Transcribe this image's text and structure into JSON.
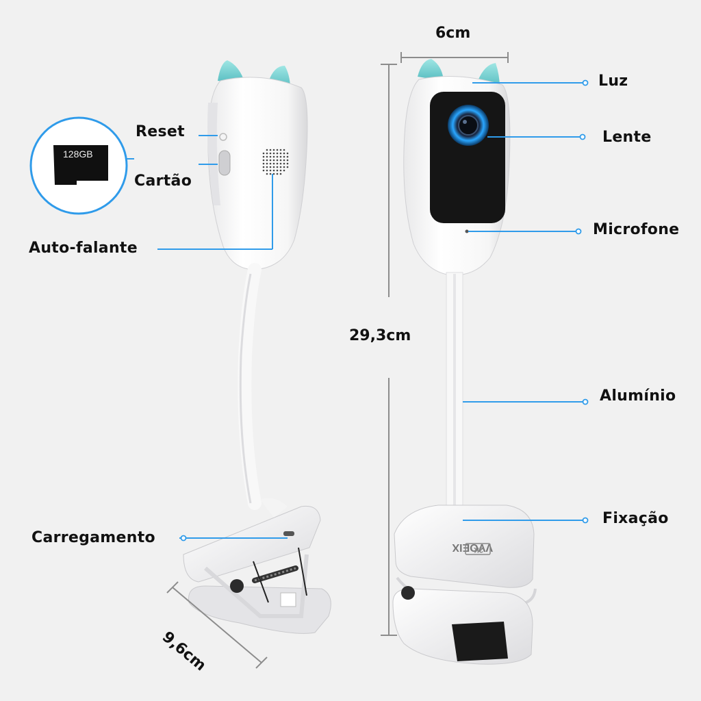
{
  "dimensions": {
    "width": "6cm",
    "height": "29,3cm",
    "clip_width": "9,6cm"
  },
  "left_view_labels": {
    "reset": "Reset",
    "card": "Cartão",
    "speaker": "Auto-falante",
    "charging": "Carregamento"
  },
  "right_view_labels": {
    "light": "Luz",
    "lens": "Lente",
    "microphone": "Microfone",
    "aluminum": "Alumínio",
    "mount": "Fixação"
  },
  "sd_card": {
    "capacity": "128GB"
  },
  "clip_branding": {
    "brand": "VVOEIX",
    "badge": "2K"
  },
  "colors": {
    "accent": "#2f9bea",
    "ear": "#7fd6d6",
    "body": "#ffffff",
    "lens_ring": "#2aa6ff"
  }
}
